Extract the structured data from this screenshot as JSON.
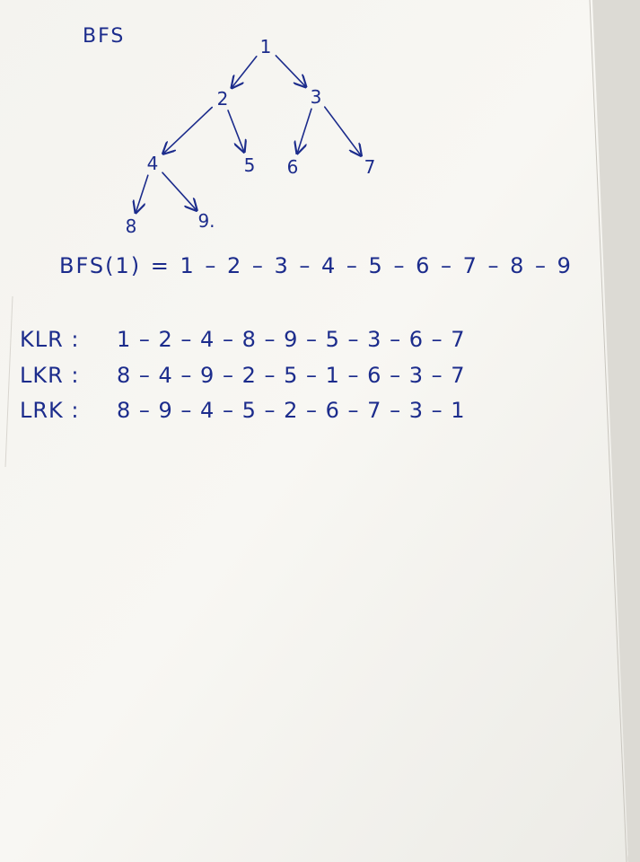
{
  "heading": "BFS",
  "tree": {
    "nodes": [
      {
        "id": "n1",
        "label": "1"
      },
      {
        "id": "n2",
        "label": "2"
      },
      {
        "id": "n3",
        "label": "3"
      },
      {
        "id": "n4",
        "label": "4"
      },
      {
        "id": "n5",
        "label": "5"
      },
      {
        "id": "n6",
        "label": "6"
      },
      {
        "id": "n7",
        "label": "7"
      },
      {
        "id": "n8",
        "label": "8"
      },
      {
        "id": "n9",
        "label": "9."
      }
    ],
    "edges": [
      [
        "n1",
        "n2"
      ],
      [
        "n1",
        "n3"
      ],
      [
        "n2",
        "n4"
      ],
      [
        "n2",
        "n5"
      ],
      [
        "n3",
        "n6"
      ],
      [
        "n3",
        "n7"
      ],
      [
        "n4",
        "n8"
      ],
      [
        "n4",
        "n9"
      ]
    ]
  },
  "bfs_line": "BFS(1) = 1 – 2 – 3 – 4 – 5 – 6 – 7 – 8 – 9",
  "traversals": {
    "klr": {
      "label": "KLR :",
      "sequence": "1 – 2 – 4 – 8 – 9 – 5 – 3 – 6 – 7"
    },
    "lkr": {
      "label": "LKR :",
      "sequence": "8 – 4 – 9 – 2 – 5 – 1 – 6 – 3 – 7"
    },
    "lrk": {
      "label": "LRK :",
      "sequence": "8 – 9 – 4 – 5 – 2 – 6 – 7 – 3 – 1"
    }
  },
  "colors": {
    "ink": "#1c2c8c",
    "paper": "#f7f6f2",
    "background": "#4a3b2e"
  }
}
